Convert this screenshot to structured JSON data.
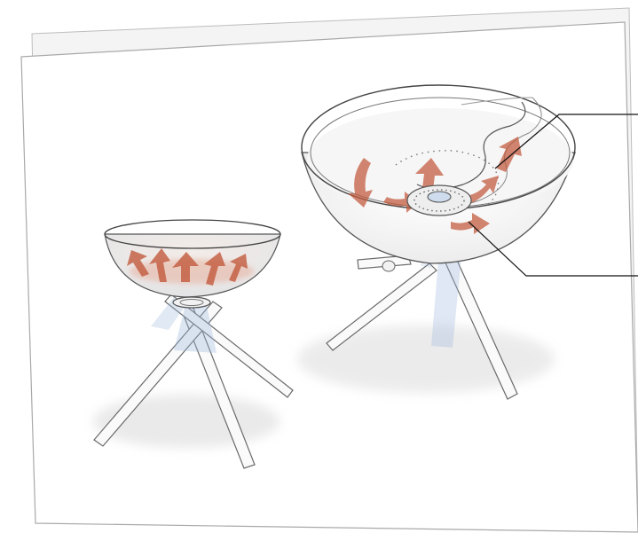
{
  "colors": {
    "background": "#ffffff",
    "paper": "#ffffff",
    "paper_shadow": "#b8b8b8",
    "line": "#5a5a5a",
    "leg": "#fafafa",
    "airflow_hot": "#c2583a",
    "airflow_cool": "#9ab8dc",
    "callout": "#111111"
  },
  "icons": {
    "small_unit": "fire-pit-bowl-on-tripod",
    "large_unit": "fire-pit-bowl-with-spiral-baffle",
    "hot_flow": "curved-arrow",
    "cool_flow": "air-column"
  },
  "callouts": {
    "count": 2,
    "labels": [
      "",
      ""
    ]
  }
}
